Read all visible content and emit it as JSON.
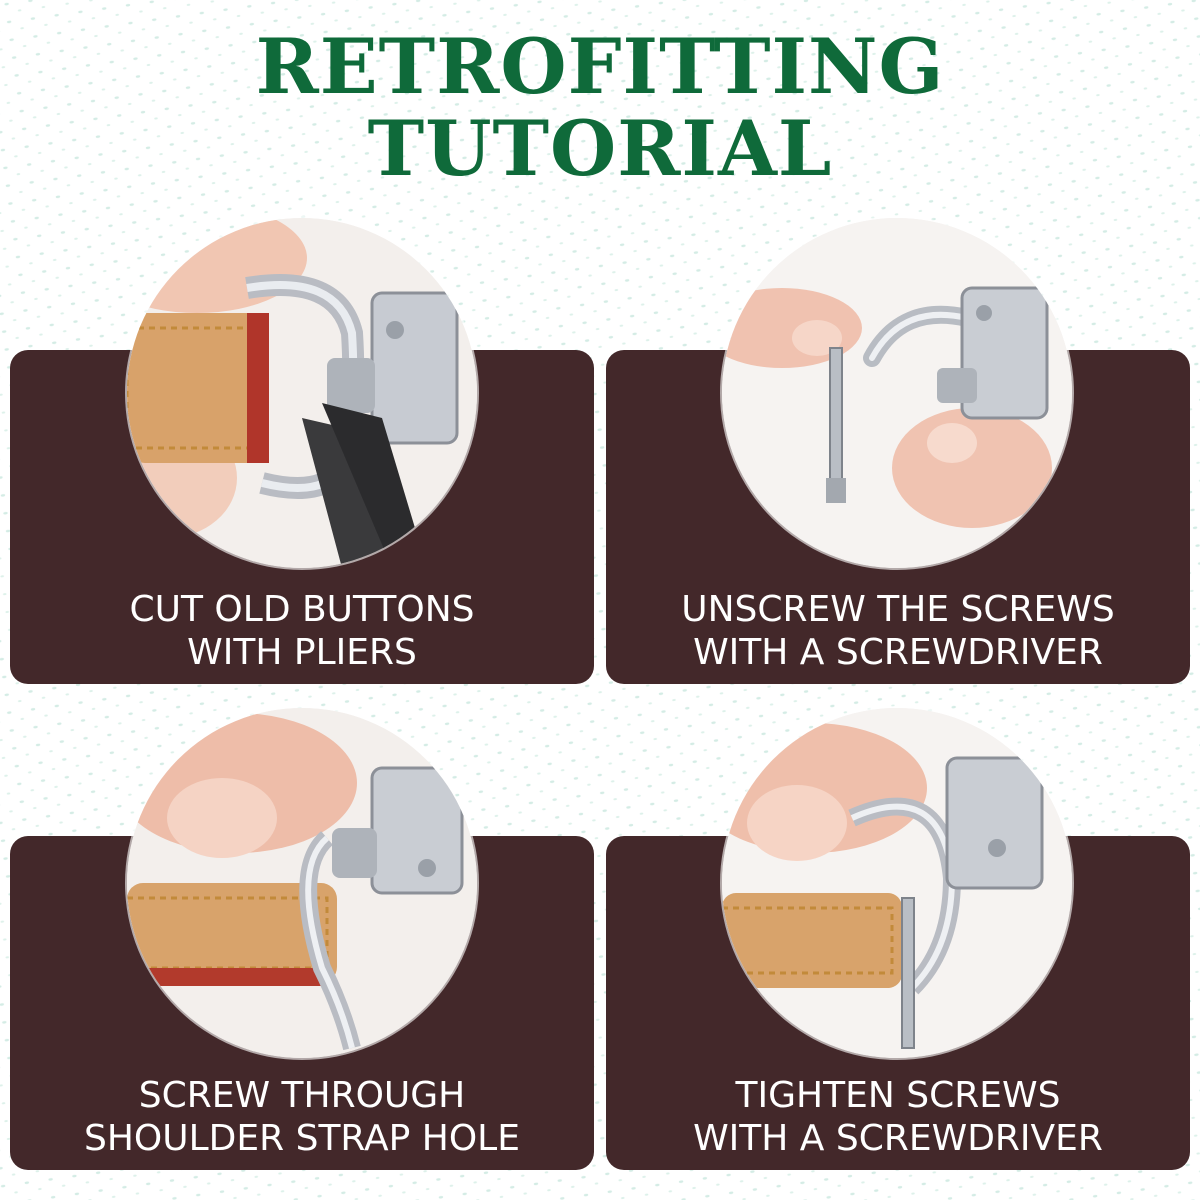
{
  "title": {
    "line1": "RETROFITTING",
    "line2": "TUTORIAL"
  },
  "colors": {
    "title": "#0f6a3a",
    "card_background": "#43282a",
    "caption_text": "#ffffff",
    "pattern": "#bfe3d8"
  },
  "steps": [
    {
      "line1": "CUT OLD BUTTONS",
      "line2": "WITH PLIERS"
    },
    {
      "line1": "UNSCREW THE SCREWS",
      "line2": "WITH A SCREWDRIVER"
    },
    {
      "line1": "SCREW THROUGH",
      "line2": "SHOULDER STRAP HOLE"
    },
    {
      "line1": "TIGHTEN SCREWS",
      "line2": "WITH A SCREWDRIVER"
    }
  ]
}
